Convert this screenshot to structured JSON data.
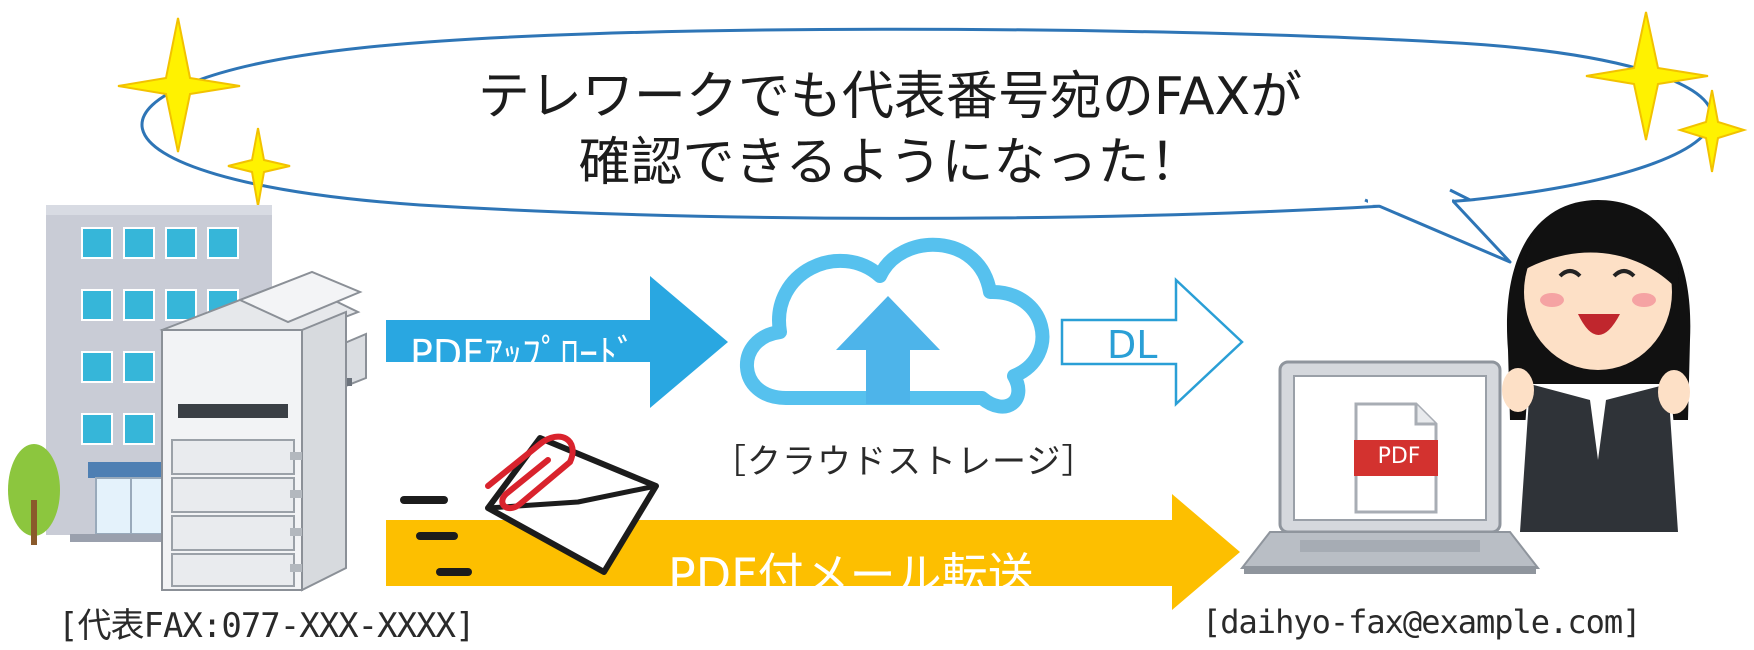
{
  "speech": {
    "line1": "テレワークでも代表番号宛のFAXが",
    "line2": "確認できるようになった！"
  },
  "upload_label": "PDFｱｯﾌﾟﾛｰﾄﾞ",
  "dl_label": "DL",
  "mail_label": "PDF付メール転送",
  "cloud_caption": "［クラウドストレージ］",
  "fax_caption": "[代表FAX:077-XXX-XXXX]",
  "email_caption": "[daihyo-fax@example.com]",
  "pdf_doc_label": "PDF",
  "colors": {
    "upload_arrow": "#29a7e1",
    "mail_arrow": "#fdbf00",
    "cloud_outline": "#56c1ee",
    "bubble_outline": "#2e75b6",
    "sparkle": "#fff200"
  }
}
